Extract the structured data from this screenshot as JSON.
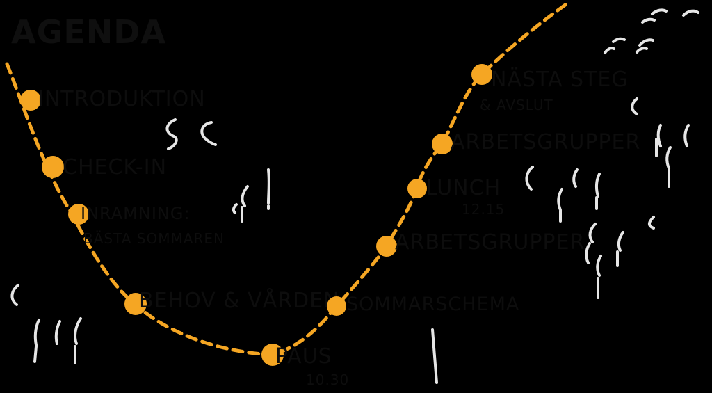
{
  "title": "AGENDA",
  "colors": {
    "background": "#000000",
    "accent": "#F5A623",
    "ink": "#0d0d0d",
    "figures": "#e6e6e6"
  },
  "items": [
    {
      "label": "INTRODUKTION",
      "sub": ""
    },
    {
      "label": "CHECK-IN",
      "sub": ""
    },
    {
      "label": "INRAMNING:",
      "sub": "BÄSTA SOMMAREN"
    },
    {
      "label": "BEHOV & VÅRDEN",
      "sub": ""
    },
    {
      "label": "PAUS",
      "sub": "10.30"
    },
    {
      "label": "SOMMARSCHEMA",
      "sub": ""
    },
    {
      "label": "ARBETSGRUPPER",
      "sub": ""
    },
    {
      "label": "LUNCH",
      "sub": "12.15"
    },
    {
      "label": "ARBETSGRUPPER",
      "sub": ""
    },
    {
      "label": "NÄSTA STEG",
      "sub": "& AVSLUT"
    }
  ]
}
